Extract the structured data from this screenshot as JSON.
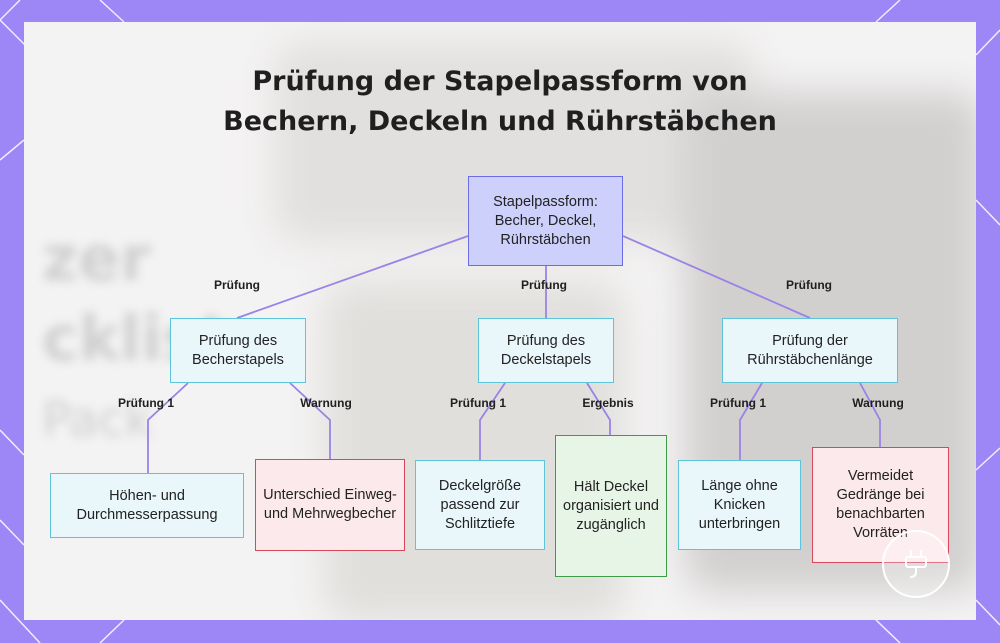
{
  "title": {
    "line1": "Prüfung der Stapelpassform von",
    "line2": "Bechern, Deckeln und Rührstäbchen"
  },
  "background_text": {
    "line1": "zer",
    "line2": "ckliste",
    "line3": "Pack"
  },
  "nodes": {
    "root": "Stapelpassform: Becher, Deckel, Rührstäbchen",
    "becher": "Prüfung des Becherstapels",
    "deckel": "Prüfung des Deckelstapels",
    "ruehr": "Prüfung der Rührstäbchenlänge",
    "hoehen": "Höhen- und Durchmesserpassung",
    "unterschied": "Unterschied Einweg- und Mehrwegbecher",
    "deckelgroesse": "Deckelgröße passend zur Schlitztiefe",
    "haelt": "Hält Deckel organisiert und zugänglich",
    "laenge": "Länge ohne Knicken unterbringen",
    "vermeidet": "Vermeidet Gedränge bei benachbarten Vorräten"
  },
  "edge_labels": {
    "root_becher": "Prüfung",
    "root_deckel": "Prüfung",
    "root_ruehr": "Prüfung",
    "becher_hoehen": "Prüfung 1",
    "becher_unterschied": "Warnung",
    "deckel_groesse": "Prüfung 1",
    "deckel_haelt": "Ergebnis",
    "ruehr_laenge": "Prüfung 1",
    "ruehr_vermeidet": "Warnung"
  },
  "colors": {
    "frame": "#9d86f5",
    "root_fill": "#ccd0fb",
    "info_fill": "#e9f7fb",
    "info_border": "#5dc4d9",
    "warning_border": "#d9475c",
    "result_border": "#3c9c48",
    "connector": "#9b82e6"
  },
  "icons": {
    "logo": "plug-icon"
  }
}
